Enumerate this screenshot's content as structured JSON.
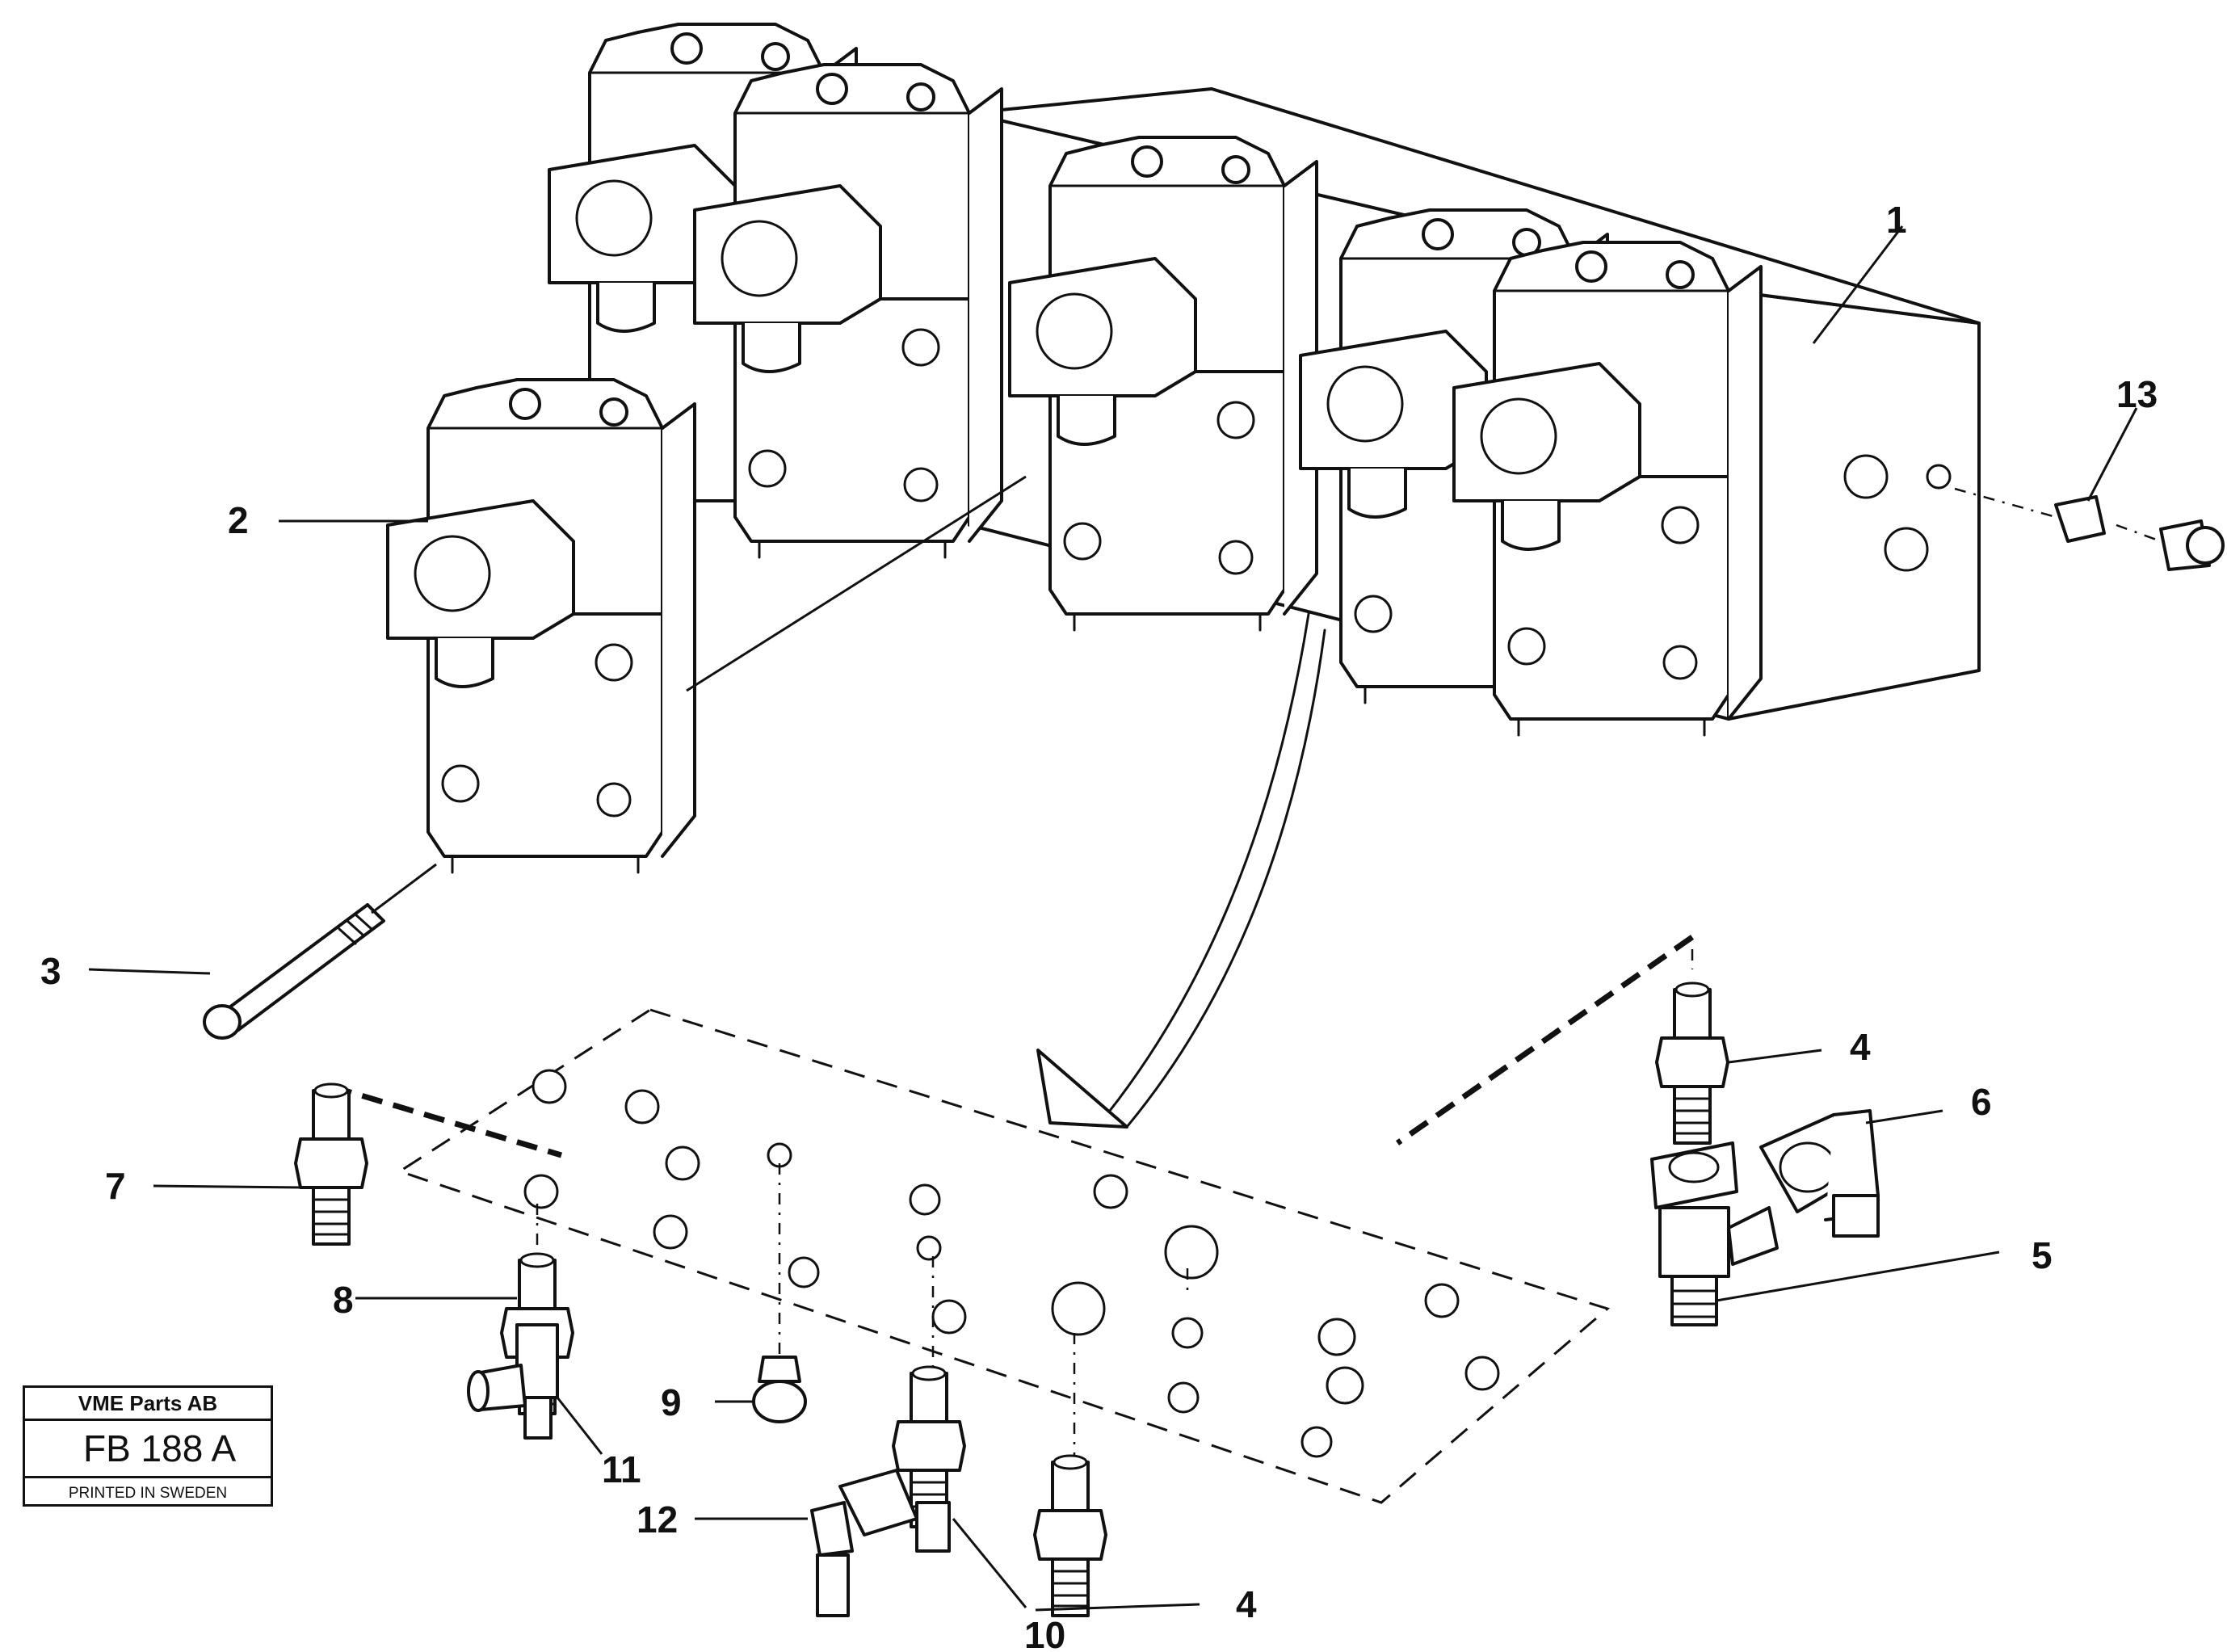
{
  "drawing": {
    "callouts": [
      "1",
      "2",
      "3",
      "4",
      "4",
      "5",
      "6",
      "7",
      "8",
      "9",
      "10",
      "11",
      "12",
      "13"
    ],
    "icons": [
      "solenoid-valve-icon",
      "valve-block-icon",
      "bolt-icon",
      "fitting-icon",
      "plug-icon"
    ]
  },
  "stamp": {
    "company": "VME Parts AB",
    "code": "FB 188 A",
    "printed": "PRINTED IN SWEDEN"
  }
}
